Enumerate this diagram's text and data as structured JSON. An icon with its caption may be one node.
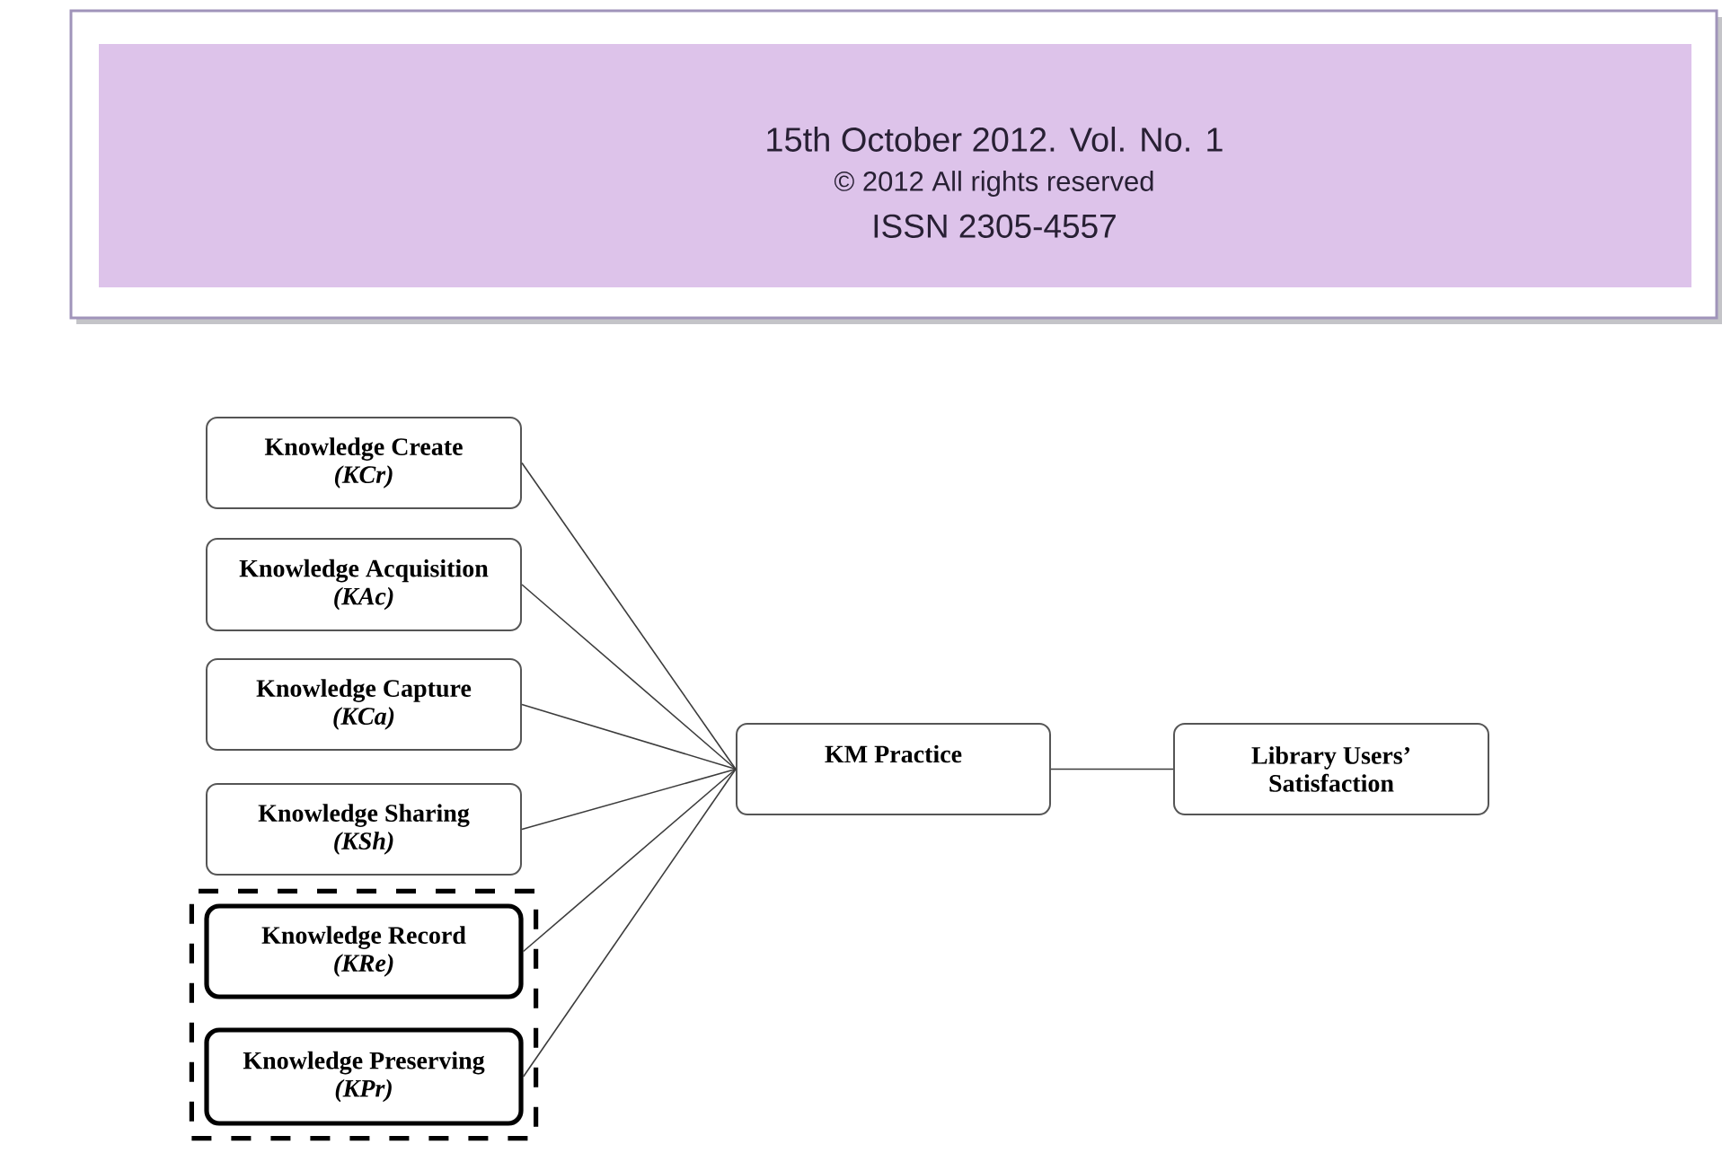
{
  "diagram": {
    "nodes": [
      {
        "text": [
          "15th October 2012. Vol. No. 1",
          "© 2012 All rights reserved",
          "ISSN 2305-4557"
        ]
      },
      {
        "text": [
          "Knowledge Create",
          "(KCr)"
        ]
      },
      {
        "text": [
          "Knowledge Acquisition",
          "(KAc)"
        ]
      },
      {
        "text": [
          "Knowledge Capture",
          "(KCa)"
        ]
      },
      {
        "text": [
          "Knowledge Sharing",
          "(KSh)"
        ]
      },
      {
        "text": [],
        "shape": "box"
      },
      {
        "text": [
          "Knowledge Record",
          "(KRe)"
        ],
        "in": 5
      },
      {
        "text": [
          "Knowledge Preserving",
          "(KPr)"
        ],
        "in": 5
      },
      {
        "text": [
          "KM Practice"
        ]
      },
      {
        "text": [
          "Library Users’ Satisfaction"
        ]
      }
    ],
    "edges": [
      {
        "from": 1,
        "to": 8,
        "arrow": "none"
      },
      {
        "from": 2,
        "to": 8,
        "arrow": "none"
      },
      {
        "from": 3,
        "to": 8,
        "arrow": "none"
      },
      {
        "from": 4,
        "to": 8,
        "arrow": "none"
      },
      {
        "from": 6,
        "to": 8,
        "arrow": "none"
      },
      {
        "from": 7,
        "to": 8,
        "arrow": "none"
      },
      {
        "from": 8,
        "to": 9,
        "arrow": "none"
      }
    ]
  }
}
